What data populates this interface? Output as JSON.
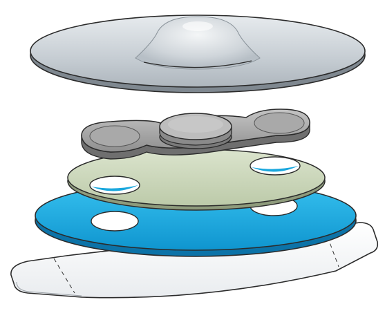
{
  "diagram": {
    "layers": [
      {
        "id": "top-cover",
        "role": "domed cover disc"
      },
      {
        "id": "sensor-module",
        "role": "electronic module with central button and two lobes"
      },
      {
        "id": "adhesive-ring-green",
        "role": "green ring with two holes"
      },
      {
        "id": "adhesive-ring-blue",
        "role": "blue foam ring with two holes"
      },
      {
        "id": "backing-liner",
        "role": "white release liner with fold tabs"
      }
    ],
    "colors": {
      "outline": "#2b2b2b",
      "cover_top": "#c9d0d6",
      "cover_edge": "#7f8890",
      "module_body": "#9a9a9a",
      "module_button": "#b8b8b8",
      "green_ring": "#c9d6b8",
      "green_edge": "#8e9b7c",
      "blue_ring": "#1aa7dd",
      "blue_edge": "#0c73a8",
      "liner": "#ffffff",
      "liner_shadow": "#e6e8ea"
    }
  }
}
